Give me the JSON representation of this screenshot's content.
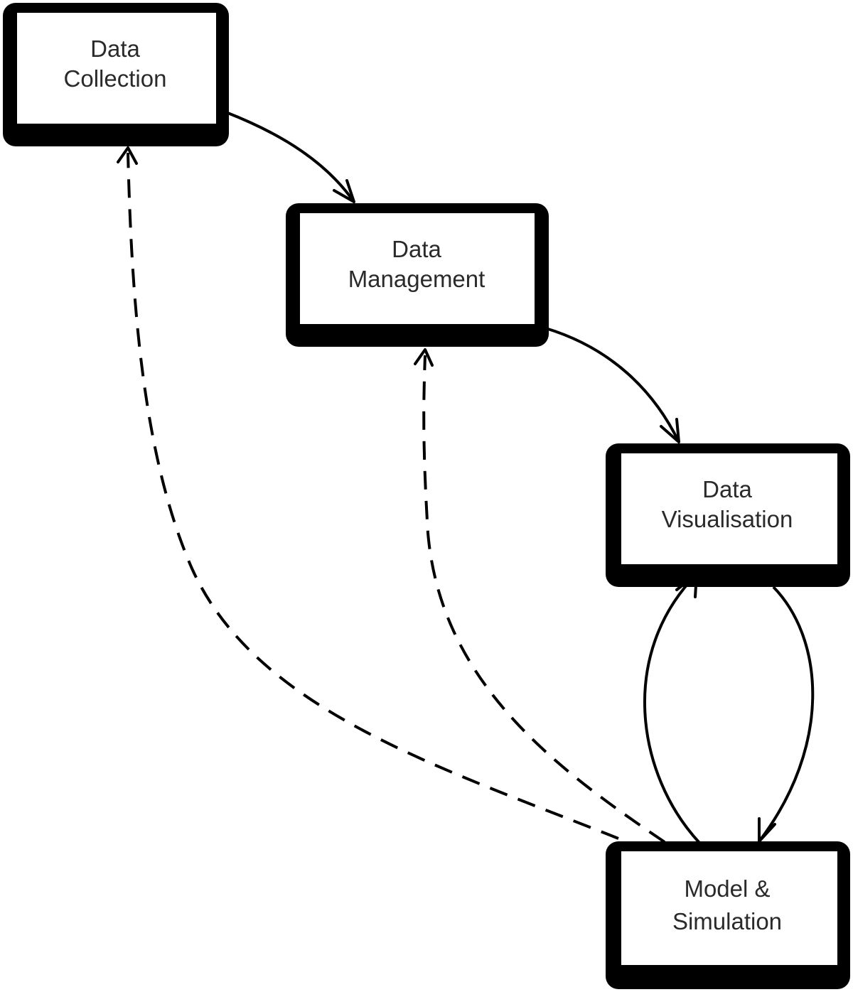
{
  "nodes": {
    "data_collection": {
      "line1": "Data",
      "line2": "Collection"
    },
    "data_management": {
      "line1": "Data",
      "line2": "Management"
    },
    "data_visualisation": {
      "line1": "Data",
      "line2": "Visualisation"
    },
    "model_simulation": {
      "line1": "Model &",
      "line2": "Simulation"
    }
  },
  "edges": [
    {
      "from": "Data Collection",
      "to": "Data Management",
      "style": "solid"
    },
    {
      "from": "Data Management",
      "to": "Data Visualisation",
      "style": "solid"
    },
    {
      "from": "Data Visualisation",
      "to": "Model & Simulation",
      "style": "solid"
    },
    {
      "from": "Model & Simulation",
      "to": "Data Visualisation",
      "style": "solid"
    },
    {
      "from": "Model & Simulation",
      "to": "Data Management",
      "style": "dashed"
    },
    {
      "from": "Model & Simulation",
      "to": "Data Collection",
      "style": "dashed"
    }
  ],
  "colors": {
    "stroke": "#000000",
    "node_fill": "#ffffff",
    "text": "#2a2a2a"
  }
}
